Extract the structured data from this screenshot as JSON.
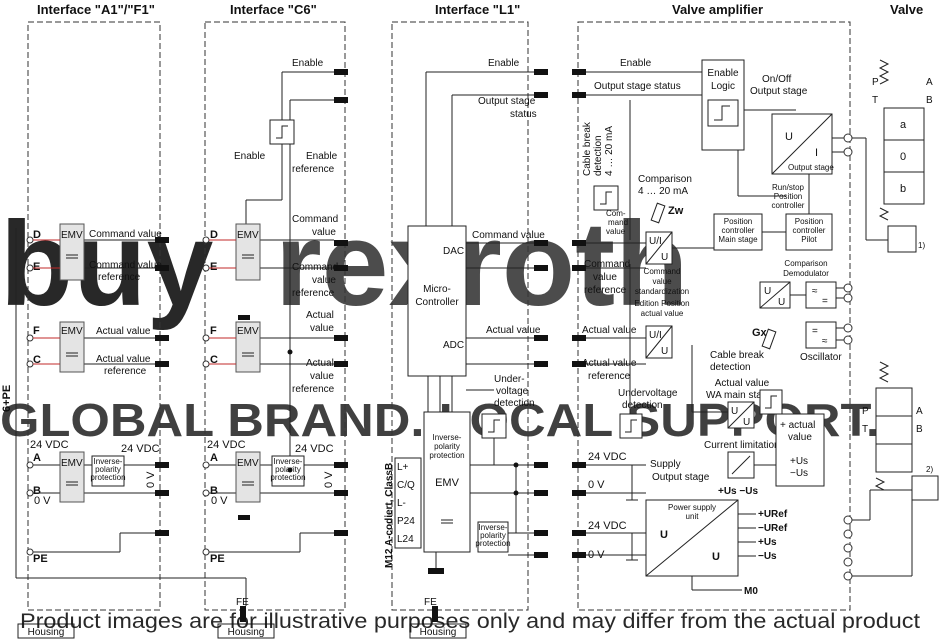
{
  "headers": {
    "a1f1": "Interface \"A1\"/\"F1\"",
    "c6": "Interface \"C6\"",
    "l1": "Interface \"L1\"",
    "amp": "Valve amplifier",
    "valve": "Valve"
  },
  "a1": {
    "pin_D": "D",
    "pin_E": "E",
    "pin_F": "F",
    "pin_C": "C",
    "pin_A": "A",
    "pin_B": "B",
    "pin_PE": "PE",
    "emv": "EMV",
    "cmd": "Command value",
    "cmd_ref": "Command value\nreference",
    "act": "Actual value",
    "act_ref": "Actual value\nreference",
    "v24": "24 VDC",
    "v0": "0 V",
    "inv": "Inverse-\npolarity\nprotection",
    "side": "6+PE",
    "fe": "FE",
    "housing": "Housing"
  },
  "c6": {
    "enable": "Enable",
    "enable_ref": "Enable\nreference",
    "cmd": "Command\nvalue",
    "cmd_ref": "Command\nvalue\nreference",
    "act": "Actual\nvalue",
    "act_ref": "Actual\nvalue\nreference",
    "v24": "24 VDC",
    "v0": "0 V"
  },
  "l1": {
    "enable": "Enable",
    "out_status": "Output stage\nstatus",
    "mc": "Micro-\nController",
    "dac": "DAC",
    "adc": "ADC",
    "cmd": "Command value",
    "act": "Actual value",
    "uv": "Under-\nvoltage\ndetection",
    "inv": "Inverse-\npolarity\nprotection",
    "m12": "M12  A-codiert, ClassB",
    "pins": [
      "L+",
      "C/Q",
      "L-",
      "P24",
      "L24"
    ]
  },
  "amp": {
    "enable": "Enable",
    "out_status": "Output stage status",
    "enable_logic": "Enable\nLogic",
    "onoff": "On/Off\nOutput stage",
    "output_stage": "Output stage",
    "cable_break": "Cable break\ndetection\n4 … 20 mA",
    "comparison": "Comparison\n4 … 20 mA",
    "zw": "Zw",
    "command_value_small": "Com-\nmand\nvalue",
    "cmd_val_std": "Command\nvalue\nstandardization",
    "edition": "Edition Position\nactual value",
    "run_stop": "Run/stop\nPosition\ncontroller",
    "pos_main": "Position\ncontroller\nMain stage",
    "pos_pilot": "Position\ncontroller\nPilot",
    "comp_demod": "Comparison\nDemodulator",
    "oscillator": "Oscillator",
    "gx": "Gx",
    "cable_break2": "Cable break\ndetection",
    "av_wa": "Actual value\nWA main stages",
    "undervoltage": "Undervoltage\ndetection",
    "current_lim": "Current limitation",
    "actual_value": "+ actual\n  value",
    "us_pm": "+Uₛ\n−Uₛ",
    "us_pair": "+Uₛ  −Uₛ",
    "psu": "Power supply\nunit",
    "u": "U",
    "supply": "Supply\nOutput stage",
    "v24": "24 VDC",
    "v0": "0 V",
    "uref_p": "+URef",
    "uref_m": "−URef",
    "us_p": "+Us",
    "us_m": "−Us",
    "m0": "M0",
    "cmd_value": "Command\nvalue\nreference",
    "act_value": "Actual value",
    "act_value_ref": "Actual value\nreference"
  },
  "valve": {
    "p": "P",
    "t": "T",
    "a": "A",
    "b": "B",
    "pos_a": "a",
    "pos_0": "0",
    "pos_b": "b",
    "n1": "1)",
    "n2": "2)"
  },
  "watermark": {
    "brand_left": "buy",
    "brand_right": "rexroth",
    "tagline": "GLOBAL BRAND. LOCAL SUPPORT.",
    "disclaimer": "Product images are for illustrative purposes only and may differ from the actual product"
  },
  "colors": {
    "brand_red": "#e52b3b",
    "watermark_gray": "#b9bec6",
    "diagram_red": "#c02828"
  }
}
